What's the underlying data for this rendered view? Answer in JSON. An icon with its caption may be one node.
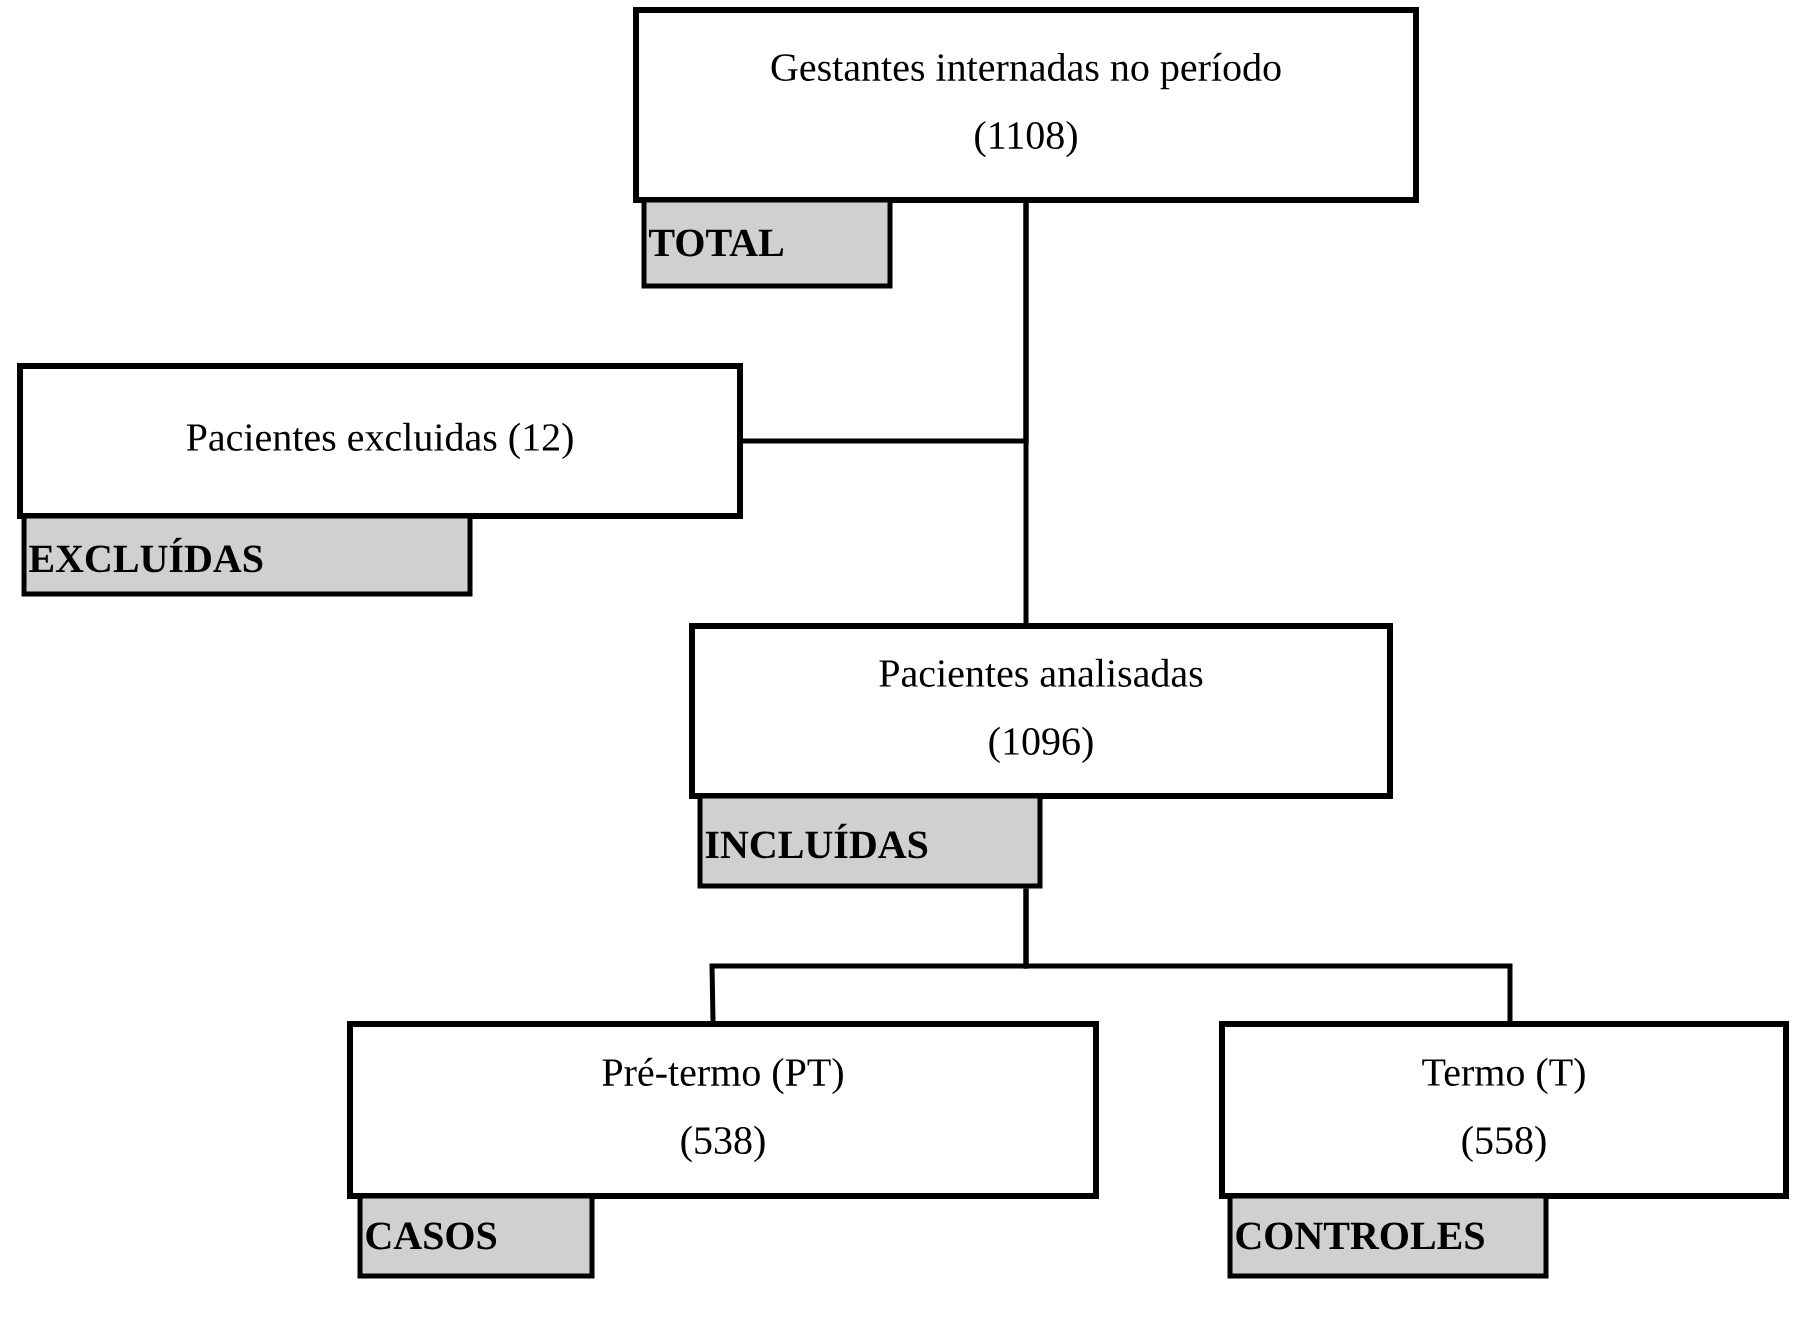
{
  "diagram": {
    "nodes": [
      {
        "text": [
          "Gestantes internadas no período (1108)"
        ]
      },
      {
        "text": [
          "TOTAL"
        ]
      },
      {
        "text": [
          "Pacientes excluidas (12)"
        ]
      },
      {
        "text": [
          "EXCLUÍDAS"
        ]
      },
      {
        "text": [
          "Pacientes analisadas (1096)"
        ]
      },
      {
        "text": [
          "INCLUÍDAS"
        ]
      },
      {
        "text": [
          "Pré-termo (PT) (538)"
        ]
      },
      {
        "text": [
          "CASOS"
        ]
      },
      {
        "text": [
          "Termo (T) (558)"
        ]
      },
      {
        "text": [
          "CONTROLES"
        ]
      }
    ],
    "edges": [
      {
        "from": 0,
        "to": 4,
        "arrow": "none"
      },
      {
        "from": 0,
        "to": 2,
        "arrow": "none"
      },
      {
        "from": 5,
        "to": 6,
        "arrow": "none"
      },
      {
        "from": 5,
        "to": 8,
        "arrow": "none"
      }
    ]
  }
}
